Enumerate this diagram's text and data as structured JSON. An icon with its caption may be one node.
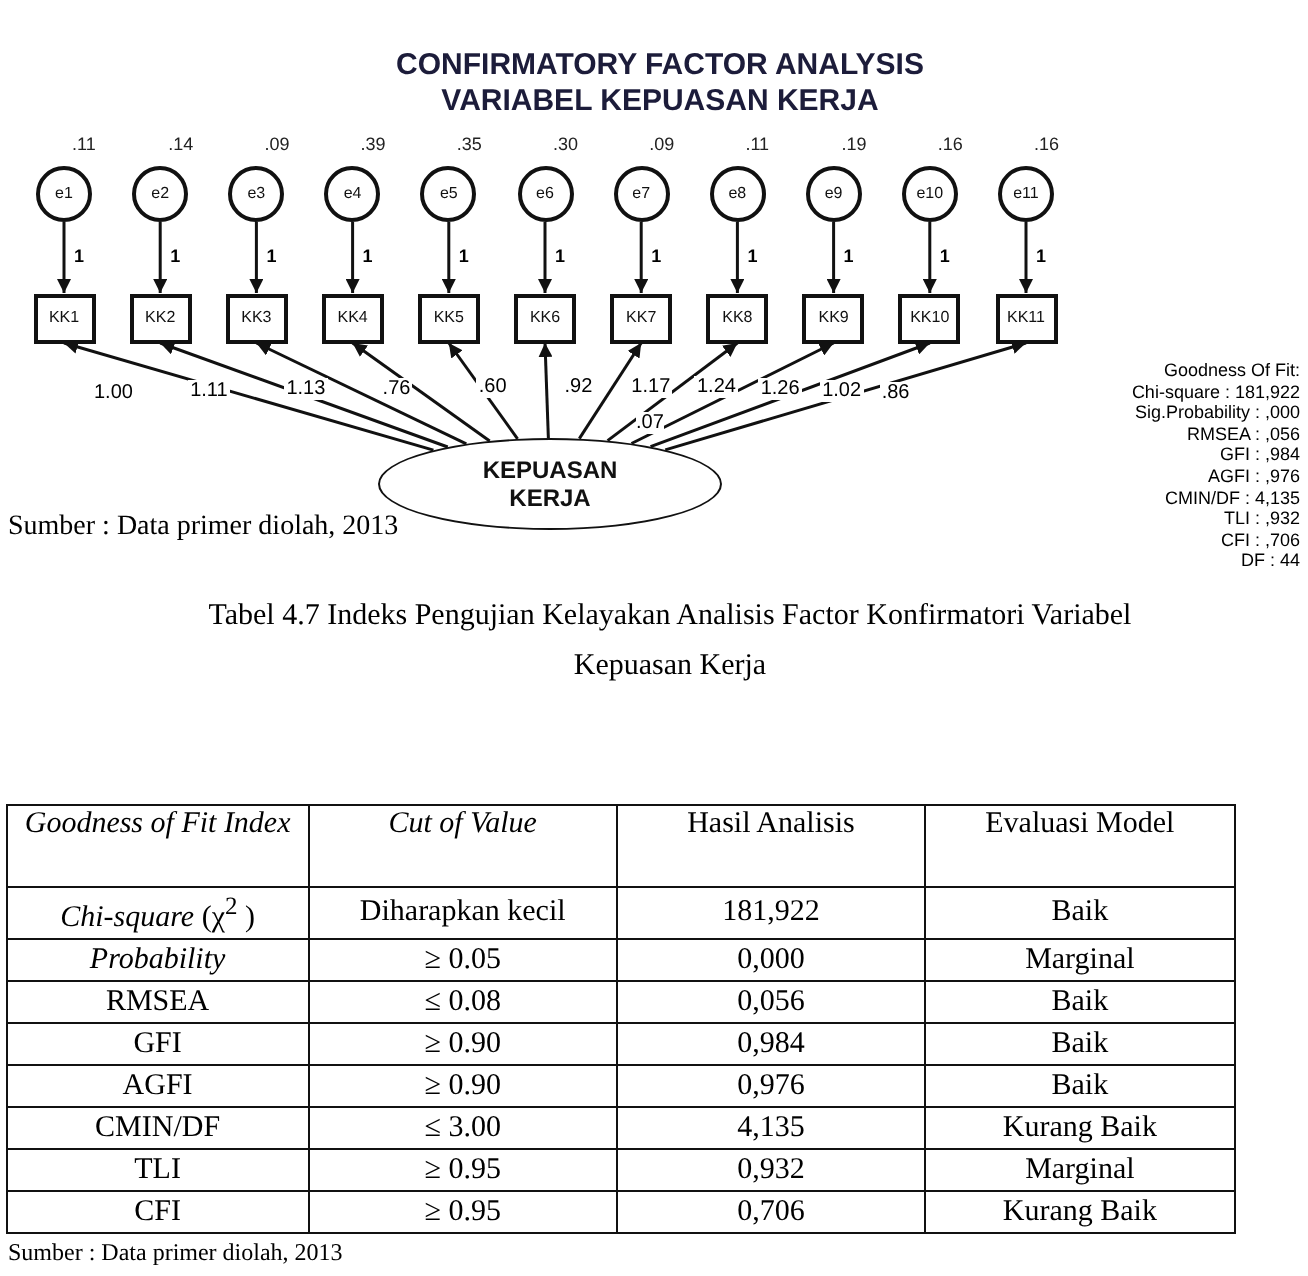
{
  "diagram": {
    "title": "CONFIRMATORY FACTOR ANALYSIS VARIABEL KEPUASAN KERJA",
    "nodes": [
      {
        "text": [
          "e1"
        ],
        "beside": [
          ".11"
        ]
      },
      {
        "text": [
          "e2"
        ],
        "beside": [
          ".14"
        ]
      },
      {
        "text": [
          "e3"
        ],
        "beside": [
          ".09"
        ]
      },
      {
        "text": [
          "e4"
        ],
        "beside": [
          ".39"
        ]
      },
      {
        "text": [
          "e5"
        ],
        "beside": [
          ".35"
        ]
      },
      {
        "text": [
          "e6"
        ],
        "beside": [
          ".30"
        ]
      },
      {
        "text": [
          "e7"
        ],
        "beside": [
          ".09"
        ]
      },
      {
        "text": [
          "e8"
        ],
        "beside": [
          ".11"
        ]
      },
      {
        "text": [
          "e9"
        ],
        "beside": [
          ".19"
        ]
      },
      {
        "text": [
          "e10"
        ],
        "beside": [
          ".16"
        ]
      },
      {
        "text": [
          "e11"
        ],
        "beside": [
          ".16"
        ]
      },
      {
        "text": [
          "KK1"
        ]
      },
      {
        "text": [
          "KK2"
        ]
      },
      {
        "text": [
          "KK3"
        ]
      },
      {
        "text": [
          "KK4"
        ]
      },
      {
        "text": [
          "KK5"
        ]
      },
      {
        "text": [
          "KK6"
        ]
      },
      {
        "text": [
          "KK7"
        ]
      },
      {
        "text": [
          "KK8"
        ]
      },
      {
        "text": [
          "KK9"
        ]
      },
      {
        "text": [
          "KK10"
        ]
      },
      {
        "text": [
          "KK11"
        ]
      },
      {
        "text": [
          "KEPUASAN KERJA"
        ]
      }
    ],
    "edges": [
      {
        "from": 0,
        "to": 11,
        "arrow": "to",
        "label": "1"
      },
      {
        "from": 1,
        "to": 12,
        "arrow": "to",
        "label": "1"
      },
      {
        "from": 2,
        "to": 13,
        "arrow": "to",
        "label": "1"
      },
      {
        "from": 3,
        "to": 14,
        "arrow": "to",
        "label": "1"
      },
      {
        "from": 4,
        "to": 15,
        "arrow": "to",
        "label": "1"
      },
      {
        "from": 5,
        "to": 16,
        "arrow": "to",
        "label": "1"
      },
      {
        "from": 6,
        "to": 17,
        "arrow": "to",
        "label": "1"
      },
      {
        "from": 7,
        "to": 18,
        "arrow": "to",
        "label": "1"
      },
      {
        "from": 8,
        "to": 19,
        "arrow": "to",
        "label": "1"
      },
      {
        "from": 9,
        "to": 20,
        "arrow": "to",
        "label": "1"
      },
      {
        "from": 10,
        "to": 21,
        "arrow": "to",
        "label": "1"
      },
      {
        "from": 22,
        "to": 11,
        "arrow": "to",
        "label": "1.00"
      },
      {
        "from": 22,
        "to": 12,
        "arrow": "to",
        "label": "1.11"
      },
      {
        "from": 22,
        "to": 13,
        "arrow": "to",
        "label": "1.13"
      },
      {
        "from": 22,
        "to": 14,
        "arrow": "to",
        "label": ".76"
      },
      {
        "from": 22,
        "to": 15,
        "arrow": "to",
        "label": ".60"
      },
      {
        "from": 22,
        "to": 16,
        "arrow": "to",
        "label": ".92"
      },
      {
        "from": 22,
        "to": 17,
        "arrow": "to",
        "label": "1.17"
      },
      {
        "from": 22,
        "to": 18,
        "arrow": "to",
        "label": "1.24"
      },
      {
        "from": 22,
        "to": 19,
        "arrow": "to",
        "label": "1.26"
      },
      {
        "from": 22,
        "to": 20,
        "arrow": "to",
        "label": "1.02"
      },
      {
        "from": 22,
        "to": 21,
        "arrow": "to",
        "label": ".86"
      }
    ],
    "labels": [
      "Goodness Of Fit:",
      "Chi-square : 181,922",
      "Sig.Probability : ,000",
      "RMSEA : ,056",
      "GFI : ,984",
      "AGFI : ,976",
      "CMIN/DF : 4,135",
      "TLI : ,932",
      "CFI : ,706",
      "DF : 44",
      ".07",
      "Sumber : Data primer diolah, 2013",
      "Tabel 4.7 Indeks Pengujian Kelayakan Analisis Factor Konfirmatori Variabel Kepuasan Kerja",
      "Goodness of Fit Index",
      "Cut of Value",
      "Hasil Analisis",
      "Evaluasi Model",
      "*Chi-square* (χ$^{2}$ )",
      "Diharapkan kecil",
      "181,922",
      "Baik",
      "Probability",
      "≥ 0.05",
      "0,000",
      "Marginal",
      "RMSEA",
      "≤ 0.08",
      "0,056",
      "Baik",
      "GFI",
      "≥ 0.90",
      "0,984",
      "Baik",
      "AGFI",
      "≥ 0.90",
      "0,976",
      "Baik",
      "CMIN/DF",
      "≤ 3.00",
      "4,135",
      "Kurang Baik",
      "TLI",
      "≥ 0.95",
      "0,932",
      "Marginal",
      "CFI",
      "≥ 0.95",
      "0,706",
      "Kurang Baik",
      "Sumber : Data primer diolah, 2013"
    ]
  }
}
